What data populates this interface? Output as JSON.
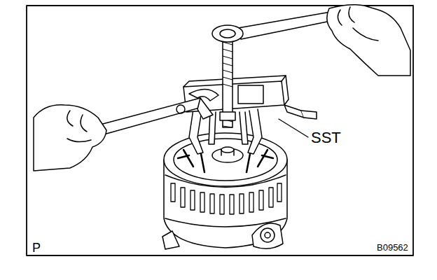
{
  "diagram": {
    "labels": [
      "SST",
      "P",
      "B09562"
    ]
  }
}
